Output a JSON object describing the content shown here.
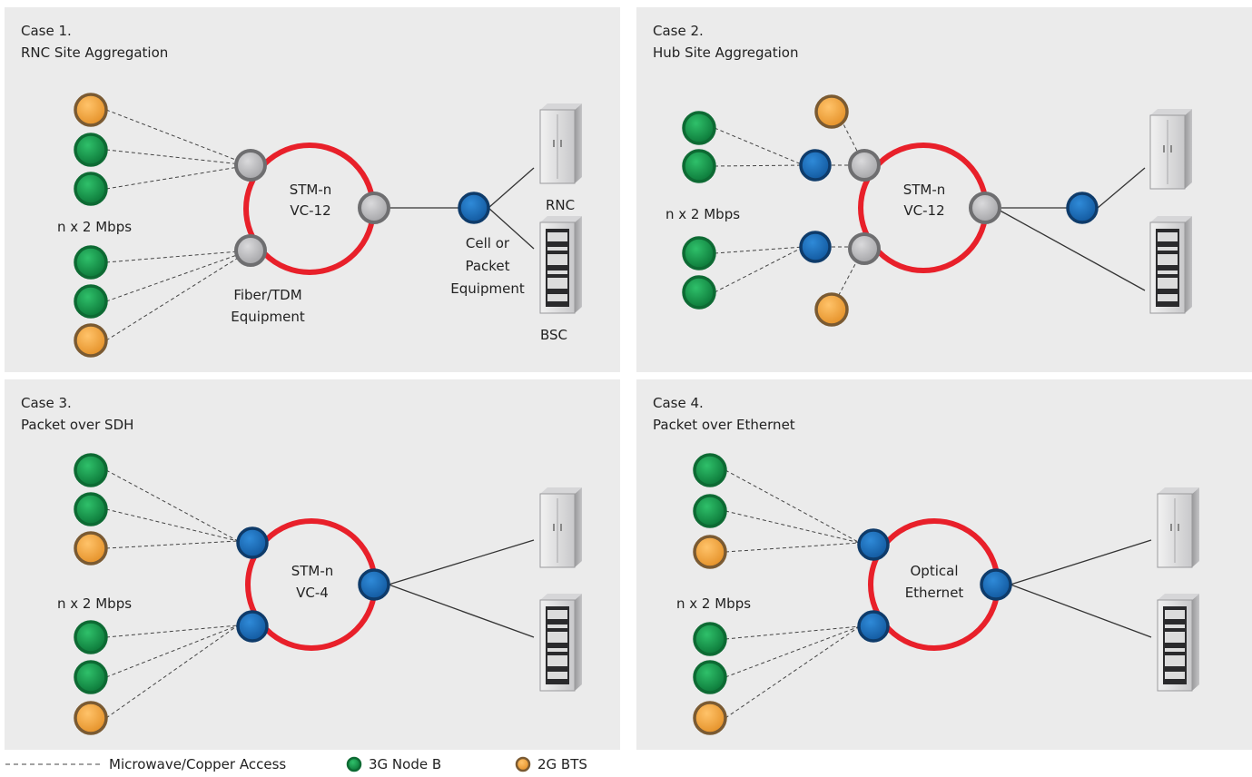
{
  "cases": [
    {
      "title": "Case 1.",
      "subtitle": "RNC Site Aggregation",
      "rate_label": "n x  2 Mbps",
      "ring_label": [
        "STM-n",
        "VC-12"
      ],
      "adm_label": [
        "Fiber/TDM",
        "Equipment"
      ],
      "switch_label": [
        "Cell or",
        "Packet",
        "Equipment"
      ],
      "rnc_label": "RNC",
      "bsc_label": "BSC"
    },
    {
      "title": "Case 2.",
      "subtitle": "Hub Site Aggregation",
      "rate_label": "n x  2 Mbps",
      "ring_label": [
        "STM-n",
        "VC-12"
      ]
    },
    {
      "title": "Case 3.",
      "subtitle": "Packet over SDH",
      "rate_label": "n x  2 Mbps",
      "ring_label": [
        "STM-n",
        "VC-4"
      ]
    },
    {
      "title": "Case 4.",
      "subtitle": "Packet over Ethernet",
      "rate_label": "n x  2 Mbps",
      "ring_label": [
        "Optical",
        "Ethernet"
      ]
    }
  ],
  "legend": {
    "access_label": "Microwave/Copper Access",
    "node_b_label": "3G Node B",
    "bts_label": "2G BTS"
  },
  "colors": {
    "panel_bg": "#ebebeb",
    "ring": "#e8202a",
    "node_b": "#1a9e4f",
    "bts": "#f0a640",
    "packet_node": "#1b6cb6",
    "tdm_node": "#b9b9bb"
  }
}
